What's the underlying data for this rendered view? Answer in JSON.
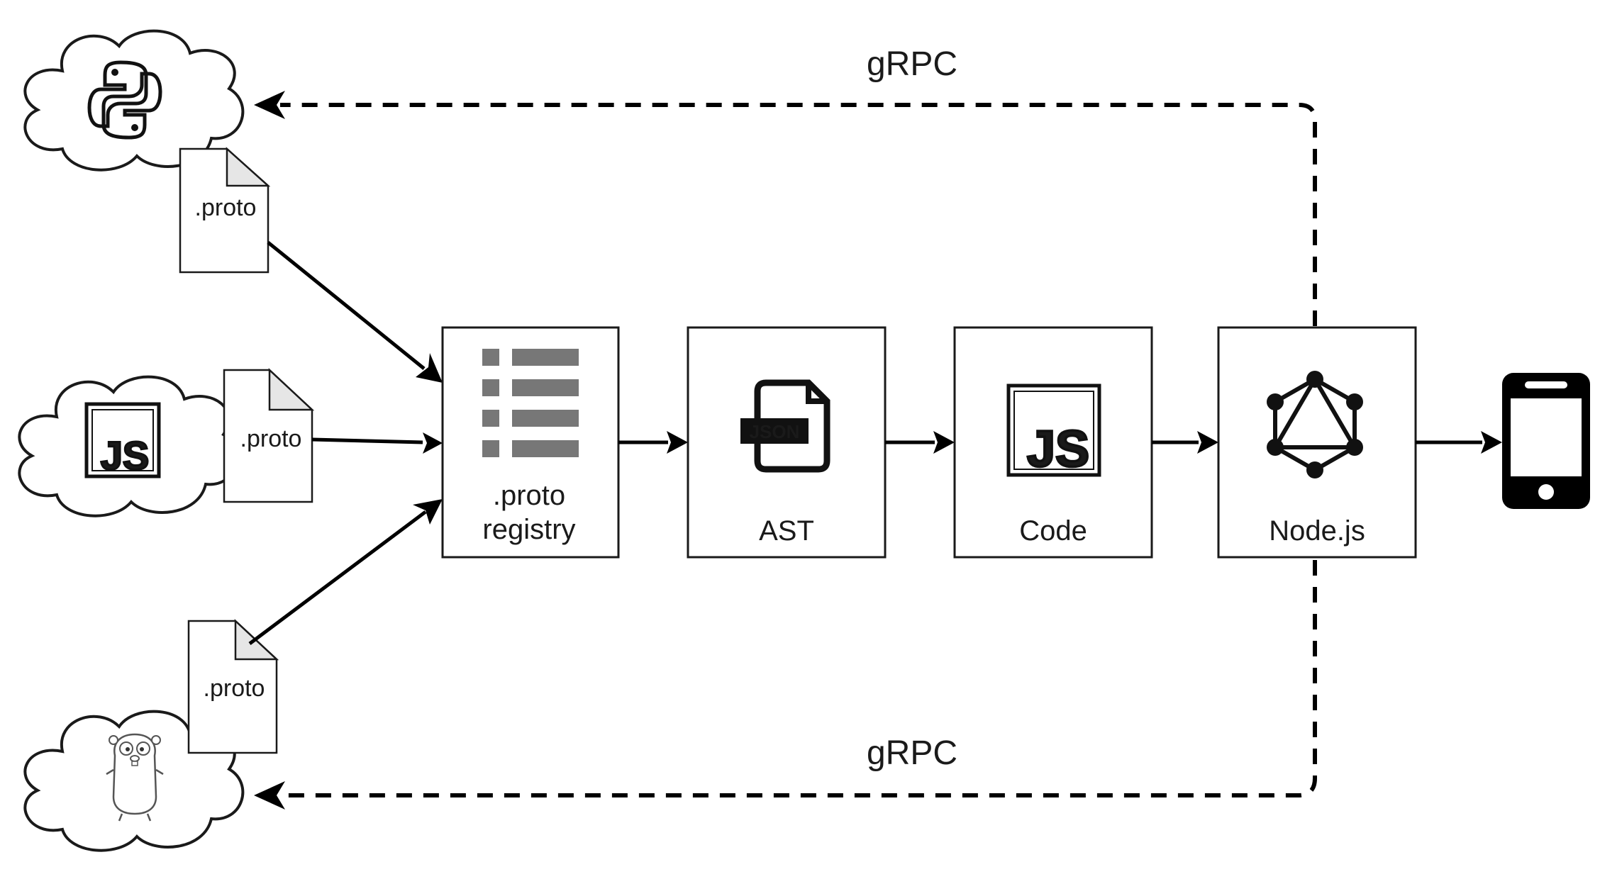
{
  "edges": {
    "top_label": "gRPC",
    "bottom_label": "gRPC"
  },
  "sources": [
    {
      "icon": "python-icon",
      "file_label": ".proto"
    },
    {
      "icon": "javascript-icon",
      "file_label": ".proto",
      "icon_text": "JS"
    },
    {
      "icon": "go-gopher-icon",
      "file_label": ".proto"
    }
  ],
  "pipeline": {
    "registry": {
      "icon": "list-icon",
      "label_line1": ".proto",
      "label_line2": "registry"
    },
    "ast": {
      "icon": "json-file-icon",
      "icon_text": "JSON",
      "label": "AST"
    },
    "code": {
      "icon": "javascript-icon",
      "icon_text": "JS",
      "label": "Code"
    },
    "nodejs": {
      "icon": "graphql-icon",
      "label": "Node.js"
    }
  },
  "client": {
    "icon": "smartphone-icon"
  }
}
